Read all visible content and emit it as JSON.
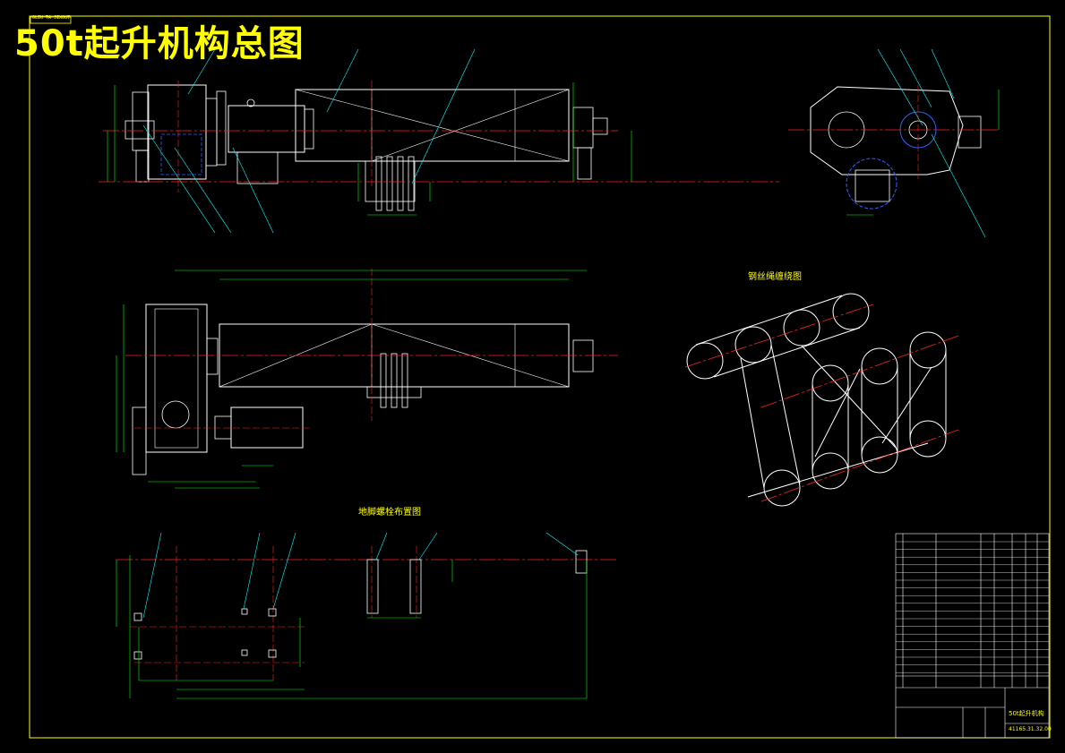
{
  "drawing": {
    "title": "50t起升机构总图",
    "stamp": "OLIU TA JIXOUT",
    "rope_diagram_title": "钢丝绳缠绕图",
    "foundation_title": "地脚螺栓布置图"
  },
  "parts_table": {
    "drawing_name": "50t起升机构",
    "drawing_number": "41165.31.32.00"
  },
  "colors": {
    "background": "#000000",
    "frame": "#ffff00",
    "outline": "#ffffff",
    "centerline": "#ff2020",
    "dimension": "#00ff00",
    "leader": "#00ffff",
    "hidden": "#3060ff"
  }
}
